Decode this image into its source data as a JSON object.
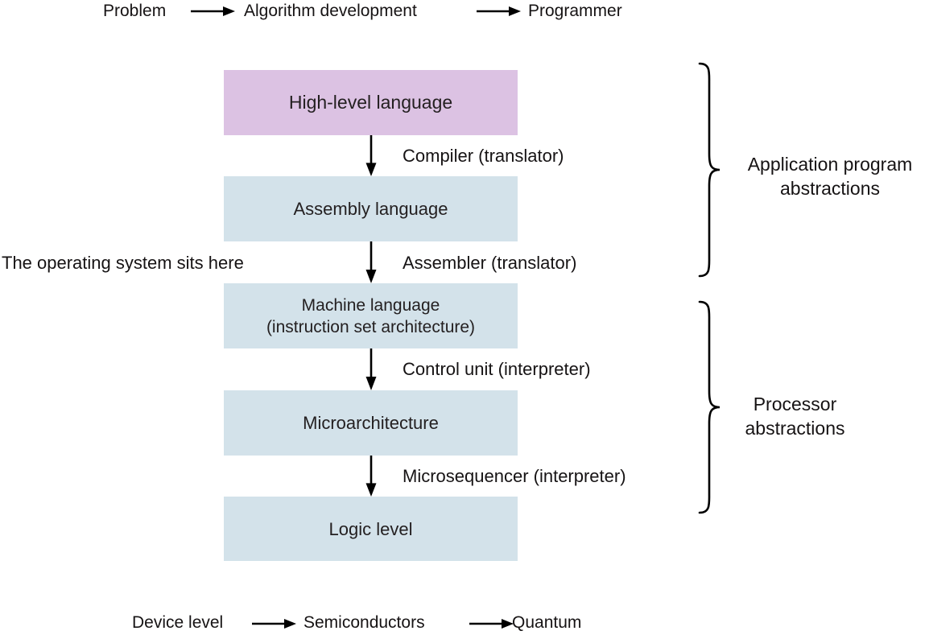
{
  "colors": {
    "highlight_box": "#dcc2e3",
    "level_box": "#d3e2ea",
    "text": "#161314",
    "arrow": "#000000"
  },
  "top_flow": {
    "items": [
      "Problem",
      "Algorithm development",
      "Programmer"
    ]
  },
  "levels": [
    {
      "label": "High-level language",
      "color": "#dcc2e3"
    },
    {
      "label": "Assembly language",
      "color": "#d3e2ea"
    },
    {
      "label": "Machine language",
      "sublabel": "(instruction set architecture)",
      "color": "#d3e2ea"
    },
    {
      "label": "Microarchitecture",
      "color": "#d3e2ea"
    },
    {
      "label": "Logic level",
      "color": "#d3e2ea"
    }
  ],
  "transitions": [
    "Compiler (translator)",
    "Assembler (translator)",
    "Control unit (interpreter)",
    "Microsequencer (interpreter)"
  ],
  "side_note": "The operating system sits here",
  "braces": [
    {
      "label_line1": "Application program",
      "label_line2": "abstractions"
    },
    {
      "label_line1": "Processor",
      "label_line2": "abstractions"
    }
  ],
  "bottom_flow": {
    "items": [
      "Device level",
      "Semiconductors",
      "Quantum"
    ]
  }
}
